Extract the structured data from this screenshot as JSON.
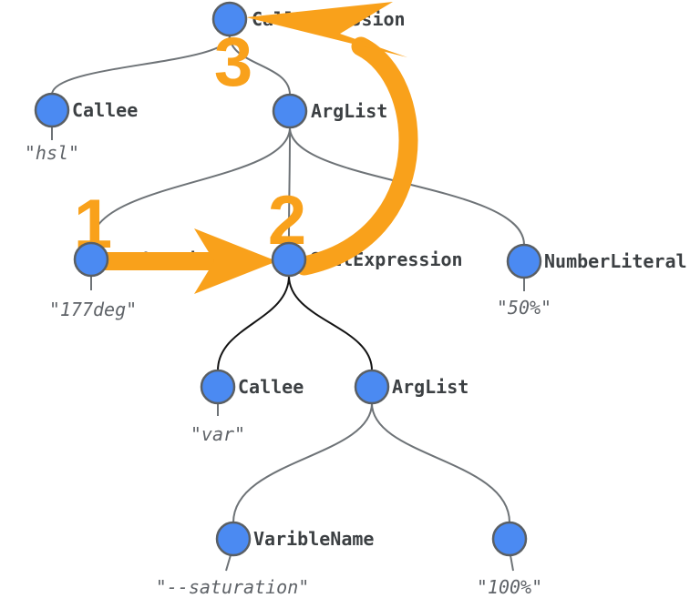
{
  "colors": {
    "node_fill": "#4b8af2",
    "node_stroke": "#5a5f64",
    "edge_gray": "#6e7377",
    "edge_black": "#141414",
    "label_text": "#3c4043",
    "value_text": "#5f6368",
    "accent_orange": "#f9a11b",
    "background": "#ffffff"
  },
  "nodes": {
    "root": {
      "label": "CallExpression"
    },
    "callee_outer": {
      "label": "Callee",
      "value": "\"hsl\""
    },
    "arglist_outer": {
      "label": "ArgList"
    },
    "num_177deg": {
      "label": "NumberLiteral",
      "value": "\"177deg\""
    },
    "call_inner": {
      "label": "CallExpression"
    },
    "num_50": {
      "label": "NumberLiteral",
      "value": "\"50%\""
    },
    "callee_inner": {
      "label": "Callee",
      "value": "\"var\""
    },
    "arglist_inner": {
      "label": "ArgList"
    },
    "variable_name": {
      "label": "VaribleName",
      "value": "\"--saturation\""
    },
    "num_100": {
      "label": "",
      "value": "\"100%\""
    }
  },
  "annotations": {
    "one": "1",
    "two": "2",
    "three": "3"
  }
}
